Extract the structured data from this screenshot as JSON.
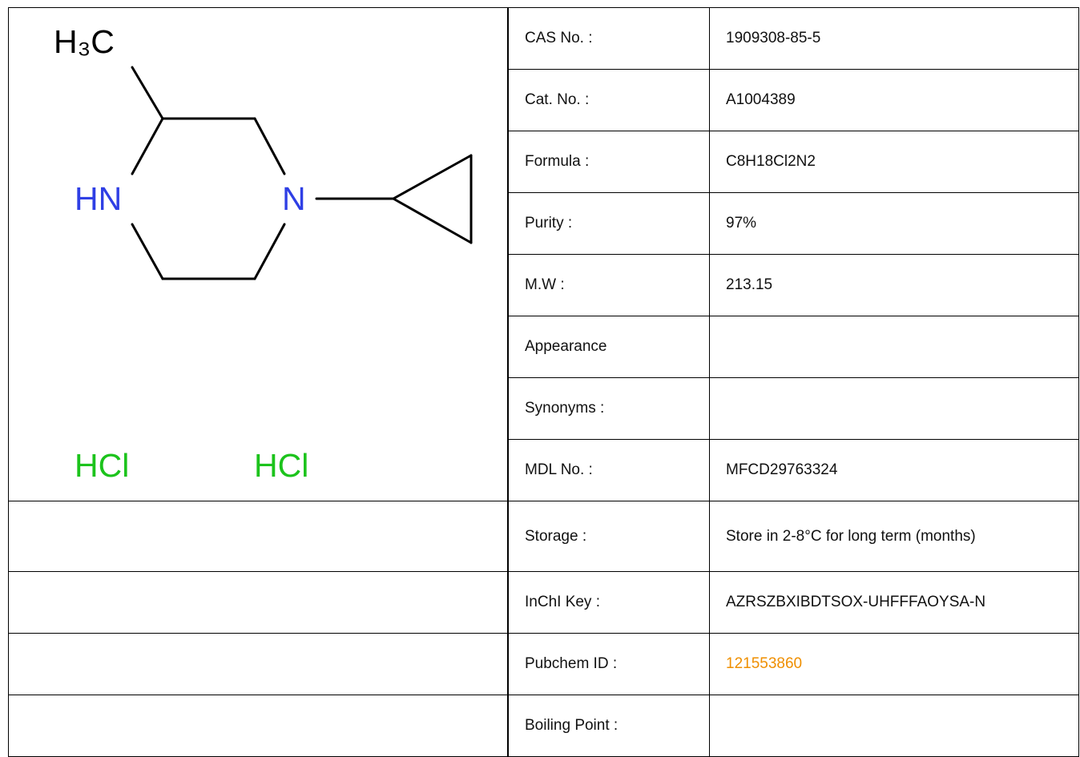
{
  "structure": {
    "methyl_label": "H₃C",
    "nh_label": "HN",
    "n_label": "N",
    "salt_labels": [
      "HCl",
      "HCl"
    ],
    "colors": {
      "bond": "#000000",
      "nitrogen": "#2f3fe5",
      "chloride": "#1cc31c",
      "carbon": "#000000"
    }
  },
  "properties": [
    {
      "label": "CAS No. :",
      "value": "1909308-85-5"
    },
    {
      "label": "Cat. No. :",
      "value": "A1004389"
    },
    {
      "label": "Formula :",
      "value": "C8H18Cl2N2"
    },
    {
      "label": "Purity :",
      "value": "97%"
    },
    {
      "label": "M.W :",
      "value": "213.15"
    },
    {
      "label": "Appearance",
      "value": ""
    },
    {
      "label": "Synonyms :",
      "value": ""
    },
    {
      "label": "MDL No. :",
      "value": "MFCD29763324"
    },
    {
      "label": "Storage :",
      "value": "Store in 2-8°C for long term (months)"
    },
    {
      "label": "InChI Key :",
      "value": "AZRSZBXIBDTSOX-UHFFFAOYSA-N"
    },
    {
      "label": "Pubchem ID :",
      "value": "121553860"
    },
    {
      "label": "Boiling Point :",
      "value": ""
    }
  ],
  "link_color": "#ef8f00"
}
